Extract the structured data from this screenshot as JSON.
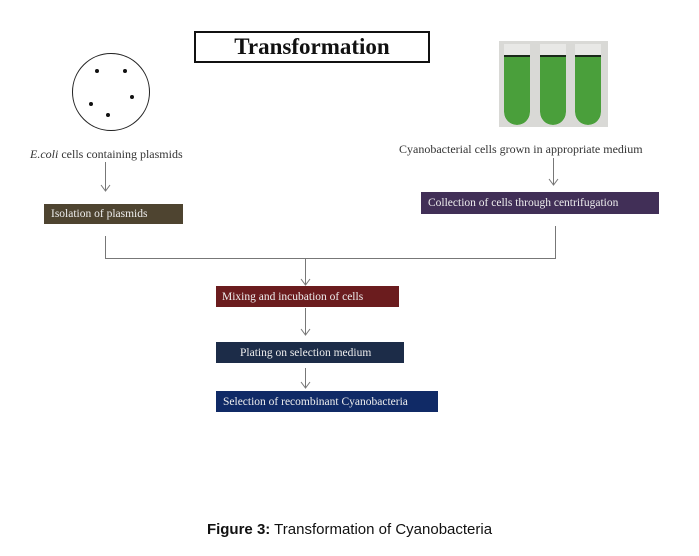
{
  "title": "Transformation",
  "left_branch": {
    "image": "petri-dish-with-colonies",
    "caption_italic": "E.coli",
    "caption_rest": " cells containing plasmids",
    "step": {
      "label": "Isolation of plasmids",
      "color": "#4e4430"
    }
  },
  "right_branch": {
    "image": "culture-tubes-green",
    "caption": "Cyanobacterial  cells  grown in appropriate medium",
    "step": {
      "label": "Collection  of cells  through centrifugation",
      "color": "#412f57"
    }
  },
  "steps": [
    {
      "label": "Mixing  and incubation of cells",
      "color": "#6b1c1e"
    },
    {
      "label": "Plating  on selection  medium",
      "color": "#1c2c48"
    },
    {
      "label": "Selection  of recombinant Cyanobacteria",
      "color": "#102a66"
    }
  ],
  "figure_caption": {
    "label": "Figure 3:",
    "text": " Transformation of Cyanobacteria"
  }
}
